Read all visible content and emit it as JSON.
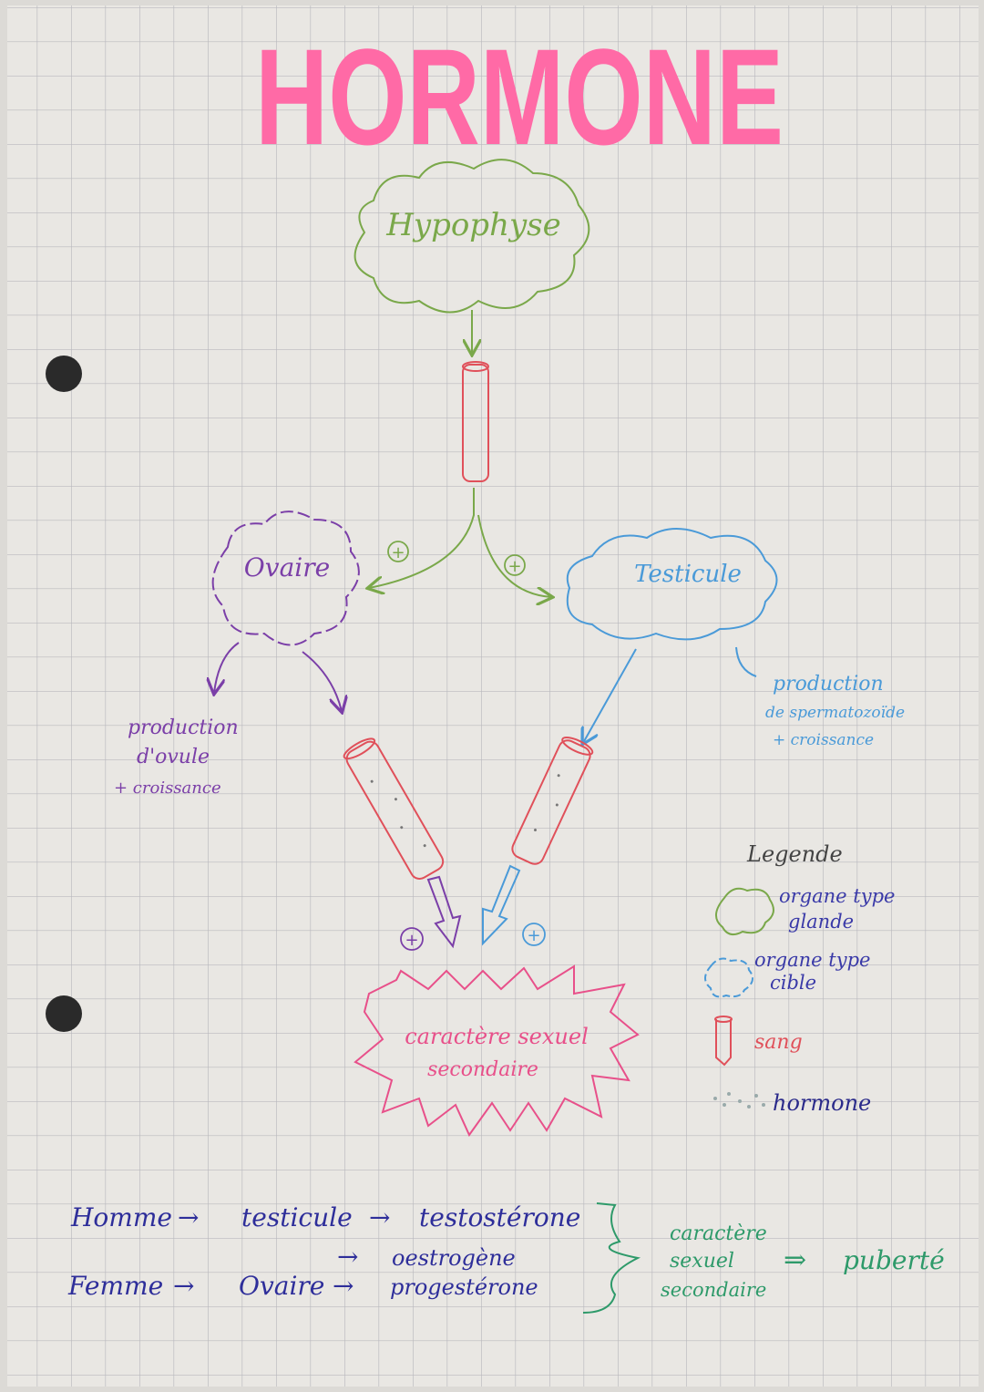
{
  "title": "HORMONE",
  "colors": {
    "title": "#ff6aa6",
    "gland": "#7aa84a",
    "blood": "#e0505a",
    "ovary": "#7b3fa8",
    "testicle": "#4a9ad8",
    "target": "#e8508a",
    "text_blue": "#3a3aa8",
    "bracket": "#2e9a6a",
    "paper": "#e9e7e3",
    "grid": "#b9b9be"
  },
  "diagram": {
    "gland": "Hypophyse",
    "ovary": "Ovaire",
    "testicle": "Testicule",
    "plus_sign": "+",
    "ovary_production": [
      "production",
      "d'ovule",
      "+ croissance"
    ],
    "testicle_production": [
      "production",
      "de spermatozoïde",
      "+ croissance"
    ],
    "target": [
      "caractère sexuel",
      "secondaire"
    ]
  },
  "legend": {
    "title": "Legende",
    "items": [
      {
        "icon": "green-cloud-icon",
        "label": [
          "organe type",
          "glande"
        ]
      },
      {
        "icon": "blue-cloud-icon",
        "label": [
          "organe type",
          "cible"
        ]
      },
      {
        "icon": "blood-tube-icon",
        "label": [
          "sang"
        ]
      },
      {
        "icon": "hormone-dots-icon",
        "label": [
          "hormone"
        ]
      }
    ]
  },
  "summary": {
    "male": [
      "Homme",
      "testicule",
      "testostérone"
    ],
    "female": [
      "Femme",
      "Ovaire",
      "oestrogène",
      "progestérone"
    ],
    "result": [
      "caractère",
      "sexuel",
      "secondaire"
    ],
    "conclusion": "puberté",
    "arrow": "→",
    "implies": "⇒"
  }
}
